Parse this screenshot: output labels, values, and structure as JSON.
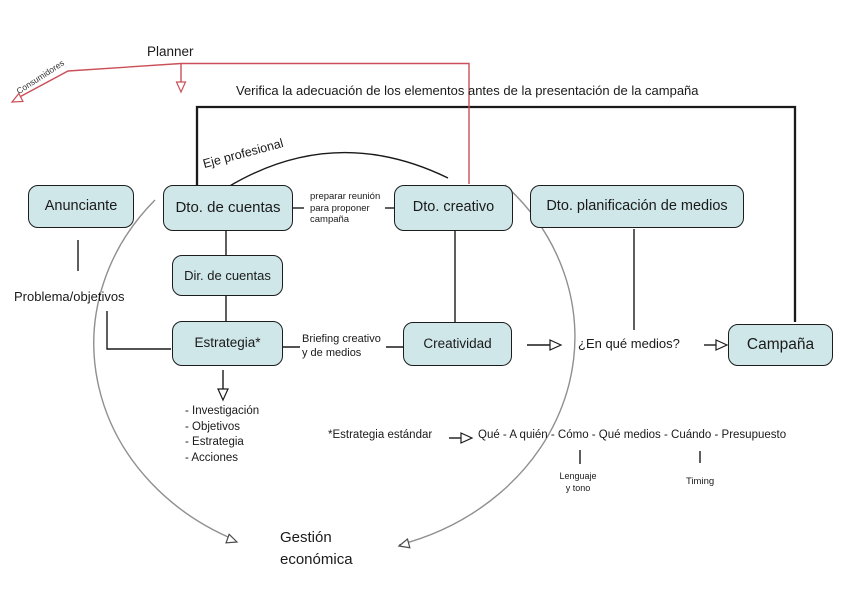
{
  "diagram": {
    "planner_label": "Planner",
    "consumers_label": "Consumidores",
    "verification_note": "Verifica la adecuación de los elementos antes de la presentación de la campaña",
    "professional_axis_label": "Eje profesional",
    "meeting_note": "preparar reunión\npara proponer\ncampaña",
    "problem_label": "Problema/objetivos",
    "briefing_note": "Briefing creativo\ny de medios",
    "media_question": "¿En qué medios?",
    "strategy_items": "- Investigación\n- Objetivos\n- Estrategia\n- Acciones",
    "standard_strategy_label": "*Estrategia estándar",
    "standard_strategy_chain": "Qué - A quién - Cómo - Qué medios - Cuándo - Presupuesto",
    "language_tone_note": "Lenguaje\ny tono",
    "timing_note": "Timing",
    "economic_label": "Gestión\neconómica"
  },
  "nodes": {
    "anunciante": "Anunciante",
    "dto_cuentas": "Dto. de cuentas",
    "dto_creativo": "Dto. creativo",
    "dto_medios": "Dto. planificación de medios",
    "dir_cuentas": "Dir. de cuentas",
    "estrategia": "Estrategia*",
    "creatividad": "Creatividad",
    "campana": "Campaña"
  },
  "colors": {
    "node_fill": "#cfe7e9",
    "node_border": "#1c1c1c",
    "planner_line": "#cb4f58",
    "cycle_line": "#8f8f8f",
    "text": "#1a1a1a"
  }
}
